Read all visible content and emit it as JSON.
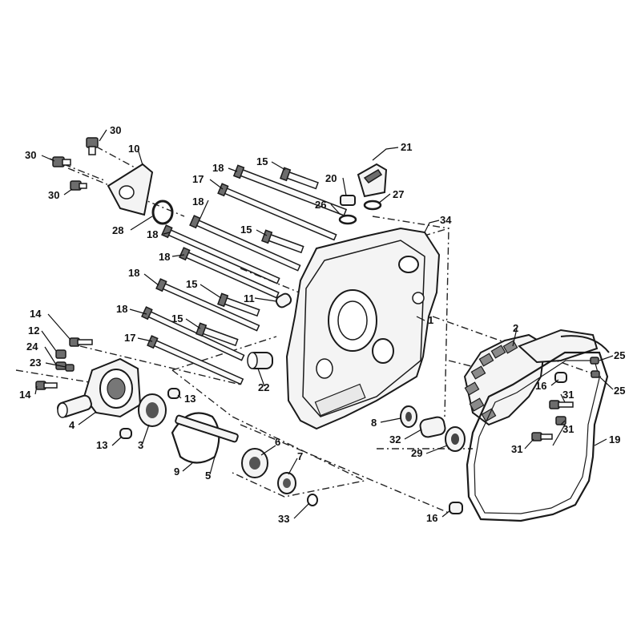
{
  "callouts": [
    {
      "id": "c30a",
      "text": "30"
    },
    {
      "id": "c10",
      "text": "10"
    },
    {
      "id": "c30b",
      "text": "30"
    },
    {
      "id": "c30c",
      "text": "30"
    },
    {
      "id": "c28",
      "text": "28"
    },
    {
      "id": "c18a",
      "text": "18"
    },
    {
      "id": "c17a",
      "text": "17"
    },
    {
      "id": "c18b",
      "text": "18"
    },
    {
      "id": "c15a",
      "text": "15"
    },
    {
      "id": "c20",
      "text": "20"
    },
    {
      "id": "c21",
      "text": "21"
    },
    {
      "id": "c26",
      "text": "26"
    },
    {
      "id": "c27",
      "text": "27"
    },
    {
      "id": "c34",
      "text": "34"
    },
    {
      "id": "c18c",
      "text": "18"
    },
    {
      "id": "c15b",
      "text": "15"
    },
    {
      "id": "c18d",
      "text": "18"
    },
    {
      "id": "c18e",
      "text": "18"
    },
    {
      "id": "c15c",
      "text": "15"
    },
    {
      "id": "c11",
      "text": "11"
    },
    {
      "id": "c1",
      "text": "1"
    },
    {
      "id": "c18f",
      "text": "18"
    },
    {
      "id": "c15d",
      "text": "15"
    },
    {
      "id": "c17b",
      "text": "17"
    },
    {
      "id": "c2",
      "text": "2"
    },
    {
      "id": "c25a",
      "text": "25"
    },
    {
      "id": "c25b",
      "text": "25"
    },
    {
      "id": "c14a",
      "text": "14"
    },
    {
      "id": "c12",
      "text": "12"
    },
    {
      "id": "c24",
      "text": "24"
    },
    {
      "id": "c23",
      "text": "23"
    },
    {
      "id": "c14b",
      "text": "14"
    },
    {
      "id": "c22",
      "text": "22"
    },
    {
      "id": "c16a",
      "text": "16"
    },
    {
      "id": "c31a",
      "text": "31"
    },
    {
      "id": "c31b",
      "text": "31"
    },
    {
      "id": "c13a",
      "text": "13"
    },
    {
      "id": "c4",
      "text": "4"
    },
    {
      "id": "c8",
      "text": "8"
    },
    {
      "id": "c32",
      "text": "32"
    },
    {
      "id": "c29",
      "text": "29"
    },
    {
      "id": "c31c",
      "text": "31"
    },
    {
      "id": "c19",
      "text": "19"
    },
    {
      "id": "c13b",
      "text": "13"
    },
    {
      "id": "c3",
      "text": "3"
    },
    {
      "id": "c6",
      "text": "6"
    },
    {
      "id": "c7",
      "text": "7"
    },
    {
      "id": "c9",
      "text": "9"
    },
    {
      "id": "c5",
      "text": "5"
    },
    {
      "id": "c33",
      "text": "33"
    },
    {
      "id": "c16b",
      "text": "16"
    }
  ]
}
